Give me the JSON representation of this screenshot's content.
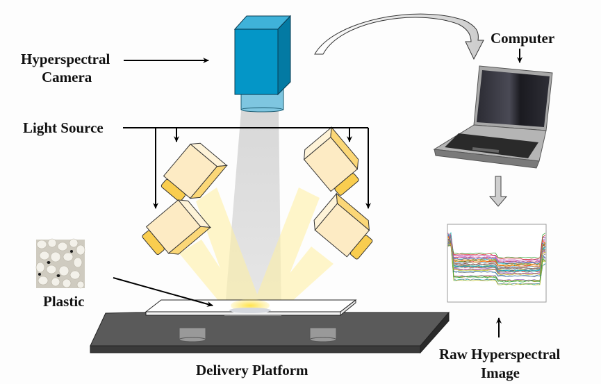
{
  "labels": {
    "camera_line1": "Hyperspectral",
    "camera_line2": "Camera",
    "light_source": "Light Source",
    "computer": "Computer",
    "plastic": "Plastic",
    "platform": "Delivery Platform",
    "raw_line1": "Raw Hyperspectral",
    "raw_line2": "Image"
  },
  "colors": {
    "camera_front": "#0496c7",
    "camera_side": "#037aa3",
    "camera_top": "#3fb2d9",
    "camera_lens": "#7ec6e0",
    "light_body": "#fdebc4",
    "light_side": "#fbd777",
    "light_lens": "#f9cd4f",
    "beam_gray": "#d9d9d9",
    "beam_yellow": "#fff3a0",
    "platform_top": "#5a5a5a",
    "platform_edge": "#333333",
    "tray": "#ffffff"
  },
  "light_sources": [
    {
      "id": "upper-left"
    },
    {
      "id": "lower-left"
    },
    {
      "id": "upper-right"
    },
    {
      "id": "lower-right"
    }
  ]
}
